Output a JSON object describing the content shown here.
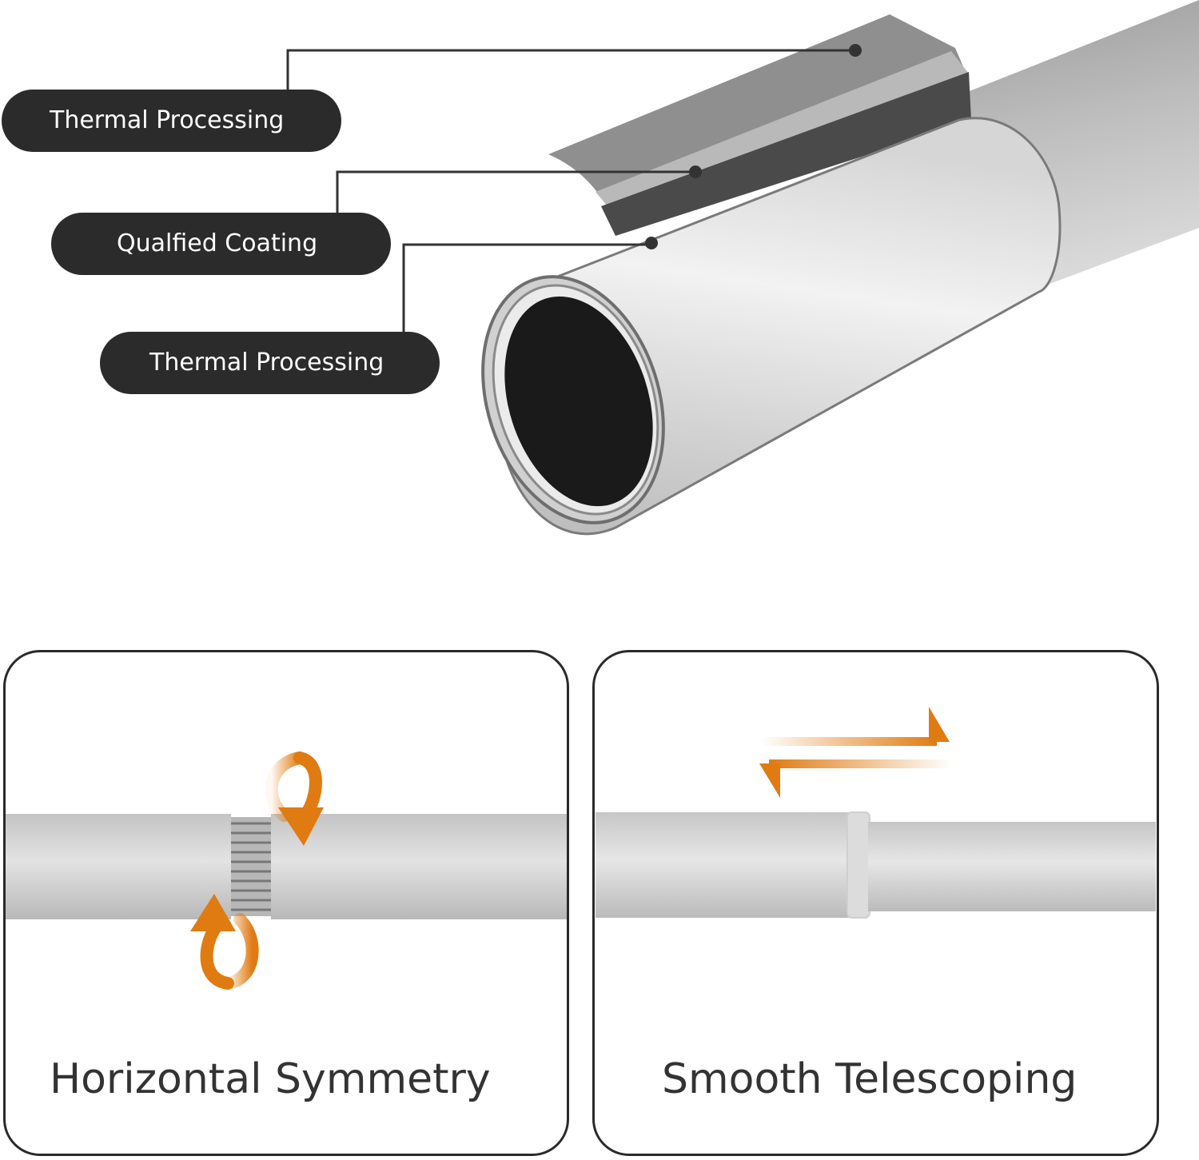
{
  "callouts": [
    {
      "label": "Thermal Processing"
    },
    {
      "label": "Qualfied Coating"
    },
    {
      "label": "Thermal Processing"
    }
  ],
  "panels": [
    {
      "caption": "Horizontal Symmetry",
      "icon": "rotate-arrows-icon"
    },
    {
      "caption": "Smooth Telescoping",
      "icon": "slide-arrows-icon"
    }
  ],
  "colors": {
    "pill": "#2b2b2b",
    "accent_orange": "#e07b12",
    "tube_silver": "#c8c8c8",
    "coating_dark": "#4a4a4a"
  }
}
